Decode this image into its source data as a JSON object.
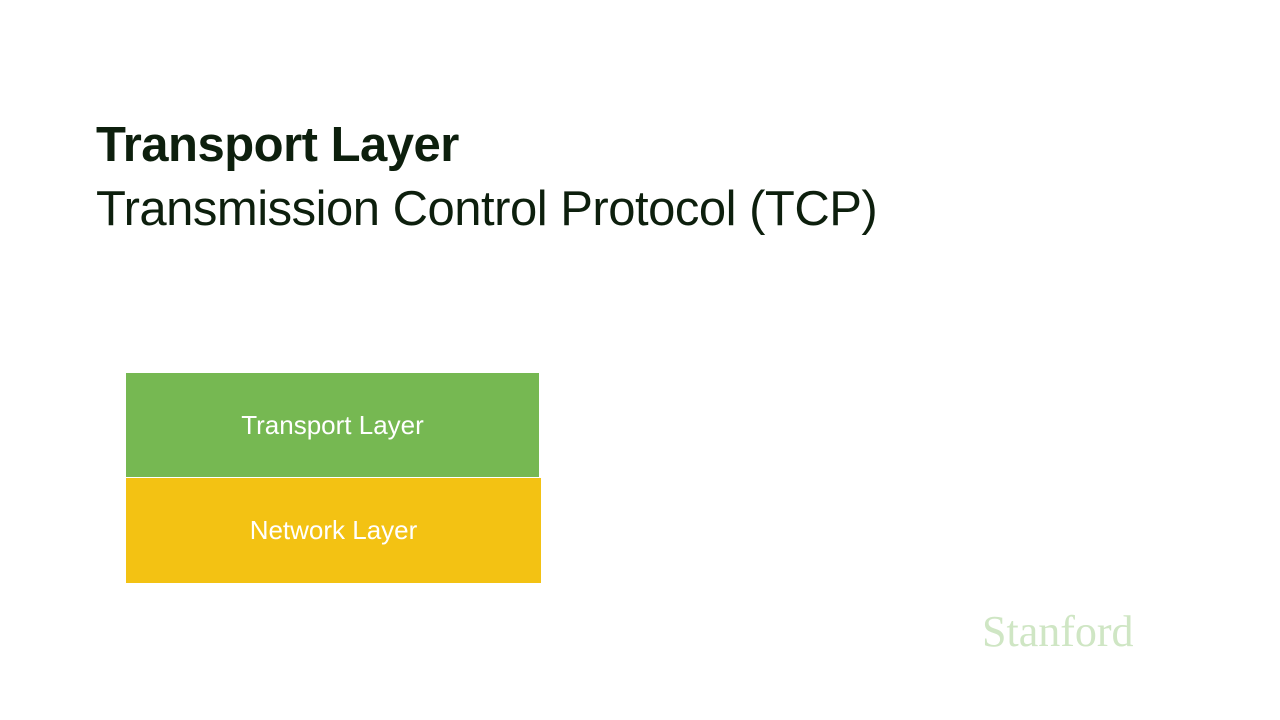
{
  "slide": {
    "title": "Transport Layer",
    "subtitle": "Transmission Control Protocol (TCP)"
  },
  "stack": {
    "layers": [
      {
        "label": "Transport Layer",
        "color": "#76b852"
      },
      {
        "label": "Network Layer",
        "color": "#f3c213"
      }
    ]
  },
  "branding": {
    "logo_text": "Stanford",
    "logo_color": "#cfe6c4"
  }
}
